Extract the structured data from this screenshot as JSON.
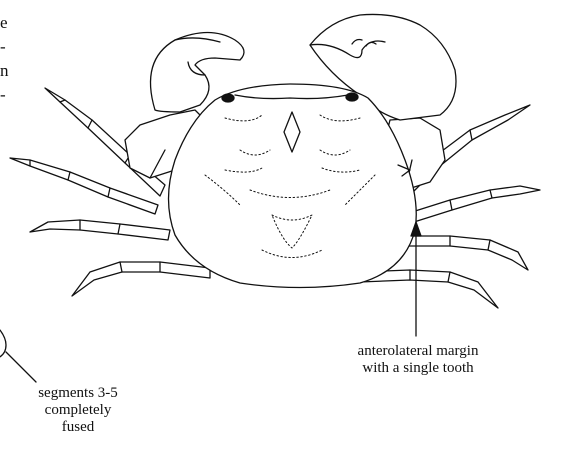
{
  "figure": {
    "edge_text": [
      "e",
      "-",
      "n",
      "-"
    ],
    "annotations": {
      "anterolateral": {
        "line1": "anterolateral margin",
        "line2": "with a single tooth"
      },
      "segments": {
        "line1": "segments 3-5",
        "line2": "completely",
        "line3": "fused"
      }
    }
  }
}
